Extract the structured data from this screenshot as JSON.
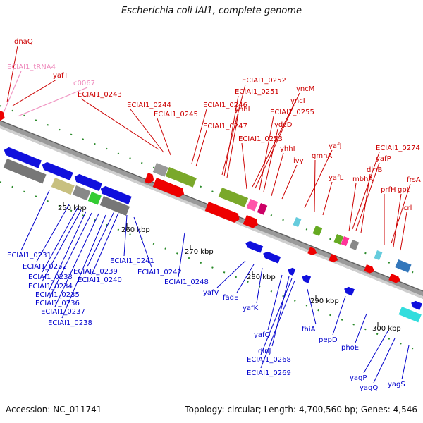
{
  "title": "Escherichia coli IAI1, complete genome",
  "footer": {
    "accession": "Accession: NC_011741",
    "stats": "Topology: circular; Length: 4,700,560 bp; Genes: 4,546"
  },
  "colors": {
    "forward_label": "#cc0000",
    "reverse_label": "#0000cc",
    "rna_label": "#ee88bb",
    "backbone": "#888888"
  },
  "scale": {
    "ticks": [
      "250 kbp",
      "260 kbp",
      "270 kbp",
      "280 kbp",
      "290 kbp",
      "300 kbp"
    ]
  },
  "labels_forward": [
    "dnaQ",
    "yafT",
    "ECIAI1_0243",
    "ECIAI1_0244",
    "ECIAI1_0245",
    "ECIAI1_0246",
    "ECIAI1_0247",
    "ECIAI1_0252",
    "ECIAI1_0251",
    "yhhI",
    "yncM",
    "yncI",
    "ECIAI1_0255",
    "ydcD",
    "ECIAI1_0253",
    "yhhI",
    "ivy",
    "yafJ",
    "gmhA",
    "yafL",
    "ECIAI1_0274",
    "yafP",
    "dinB",
    "mbhA",
    "frsA",
    "prfH",
    "gpt",
    "crl"
  ],
  "labels_rna": [
    "ECIAI1_tRNA4",
    "c0067"
  ],
  "labels_reverse": [
    "ECIAI1_0231",
    "ECIAI1_0232",
    "ECIAI1_0233",
    "ECIAI1_0234",
    "ECIAI1_0235",
    "ECIAI1_0236",
    "ECIAI1_0237",
    "ECIAI1_0238",
    "ECIAI1_0239",
    "ECIAI1_0240",
    "ECIAI1_0241",
    "ECIAI1_0242",
    "ECIAI1_0248",
    "yafV",
    "fadE",
    "yafK",
    "yafQ",
    "dinJ",
    "ECIAI1_0268",
    "ECIAI1_0269",
    "fhiA",
    "pepD",
    "phoE",
    "yagP",
    "yagQ",
    "yagS"
  ]
}
